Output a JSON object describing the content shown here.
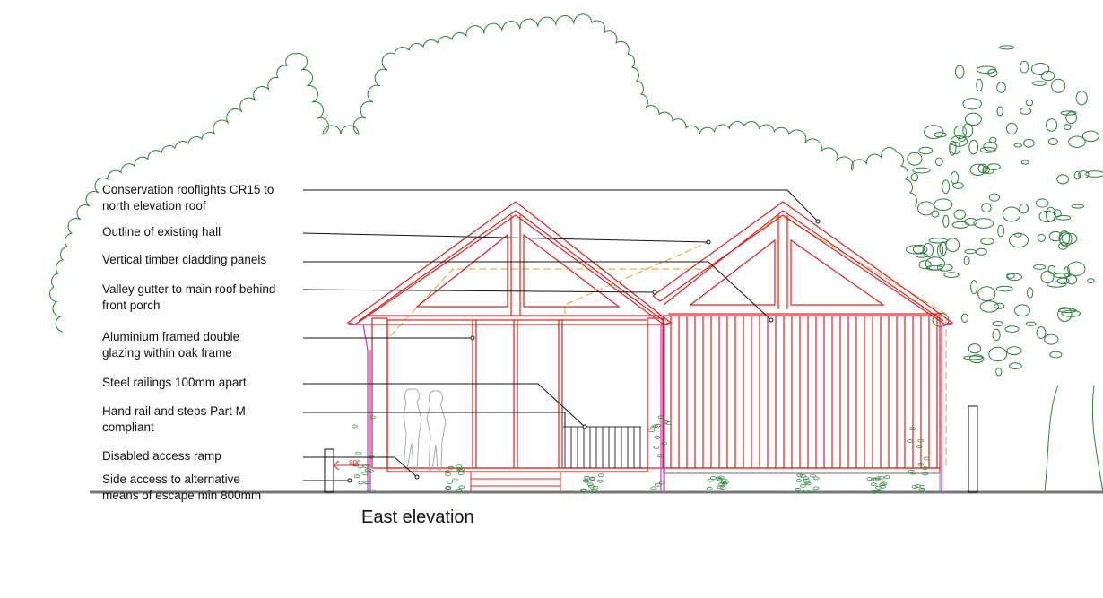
{
  "drawing": {
    "title": "East elevation",
    "dimension": "800",
    "annotations": [
      {
        "line1": "Conservation rooflights CR15 to",
        "line2": "north elevation roof"
      },
      {
        "line1": "Outline of existing hall",
        "line2": ""
      },
      {
        "line1": "Vertical timber cladding panels",
        "line2": ""
      },
      {
        "line1": "Valley gutter to main roof behind",
        "line2": "front porch"
      },
      {
        "line1": "Aluminium framed double",
        "line2": "glazing within oak frame"
      },
      {
        "line1": "Steel railings 100mm apart",
        "line2": ""
      },
      {
        "line1": "Hand rail and steps Part M",
        "line2": "compliant"
      },
      {
        "line1": "Disabled access ramp",
        "line2": ""
      },
      {
        "line1": "Side access to alternative",
        "line2": "means of escape min 800mm"
      }
    ]
  },
  "colors": {
    "structure": "#e02020",
    "trees": "#2e7d3a",
    "existing": "#e8a020",
    "downpipe": "#d030d0"
  }
}
